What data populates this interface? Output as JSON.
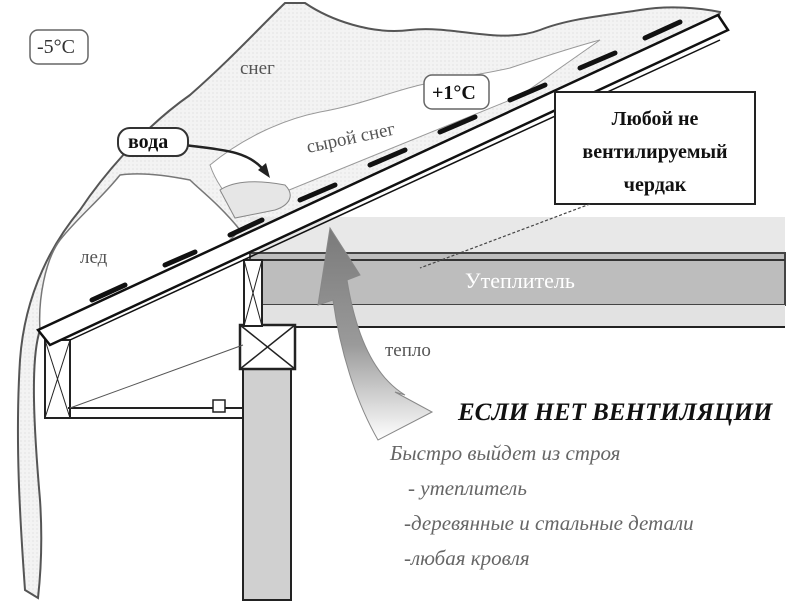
{
  "temperatures": {
    "outside": "-5°C",
    "wet_snow": "+1°C"
  },
  "labels": {
    "snow": "снег",
    "wet_snow": "сырой снег",
    "water": "вода",
    "ice": "лед",
    "insulation": "Утеплитель",
    "heat": "тепло"
  },
  "attic_box": {
    "line1": "Любой не",
    "line2": "вентилируемый",
    "line3": "чердак"
  },
  "warning": {
    "heading": "ЕСЛИ НЕТ ВЕНТИЛЯЦИИ",
    "subtitle": "Быстро выйдет из строя",
    "items": [
      "- утеплитель",
      "-деревянные и стальные детали",
      "-любая кровля"
    ]
  }
}
